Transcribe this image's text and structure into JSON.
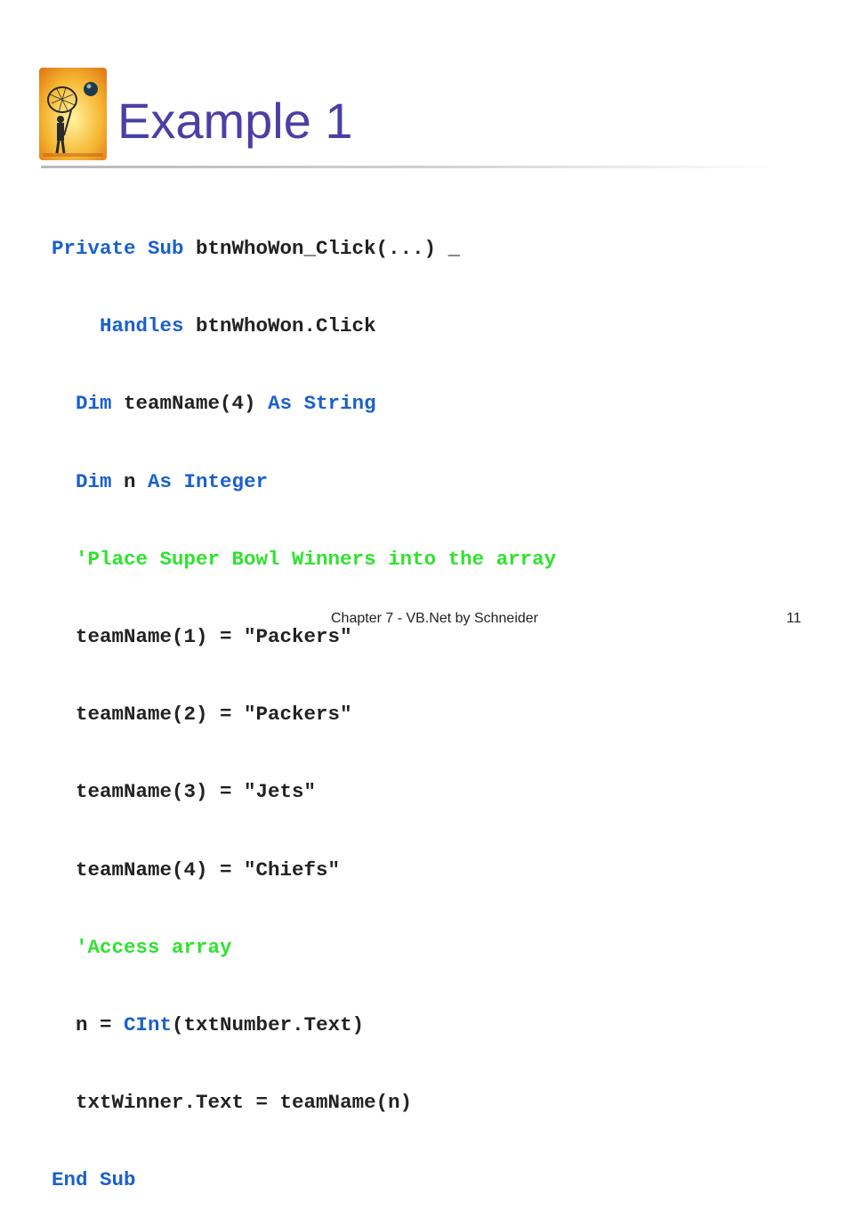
{
  "slide": {
    "title": "Example 1",
    "footer": "Chapter 7 - VB.Net by Schneider",
    "page_number": "11",
    "logo_icon": "butterfly-net-person-icon"
  },
  "colors": {
    "title": "#4a3fa6",
    "keyword": "#1a60cc",
    "comment": "#2ee32e",
    "text": "#222222"
  },
  "code": {
    "line1": {
      "kw1": "Private Sub",
      "t1": " btnWhoWon_Click(...) _"
    },
    "line2": {
      "indent": "    ",
      "kw1": "Handles",
      "t1": " btnWhoWon.Click"
    },
    "line3": {
      "indent": "  ",
      "kw1": "Dim",
      "t1": " teamName(4) ",
      "kw2": "As String"
    },
    "line4": {
      "indent": "  ",
      "kw1": "Dim",
      "t1": " n ",
      "kw2": "As Integer"
    },
    "line5": {
      "indent": "  ",
      "comment": "'Place Super Bowl Winners into the array"
    },
    "line6": {
      "indent": "  ",
      "text": "teamName(1) = \"Packers\""
    },
    "line7": {
      "indent": "  ",
      "text": "teamName(2) = \"Packers\""
    },
    "line8": {
      "indent": "  ",
      "text": "teamName(3) = \"Jets\""
    },
    "line9": {
      "indent": "  ",
      "text": "teamName(4) = \"Chiefs\""
    },
    "line10": {
      "indent": "  ",
      "comment": "'Access array"
    },
    "line11": {
      "indent": "  ",
      "t1": "n = ",
      "kw1": "CInt",
      "t2": "(txtNumber.Text)"
    },
    "line12": {
      "indent": "  ",
      "text": "txtWinner.Text = teamName(n)"
    },
    "line13": {
      "kw1": "End Sub"
    }
  }
}
